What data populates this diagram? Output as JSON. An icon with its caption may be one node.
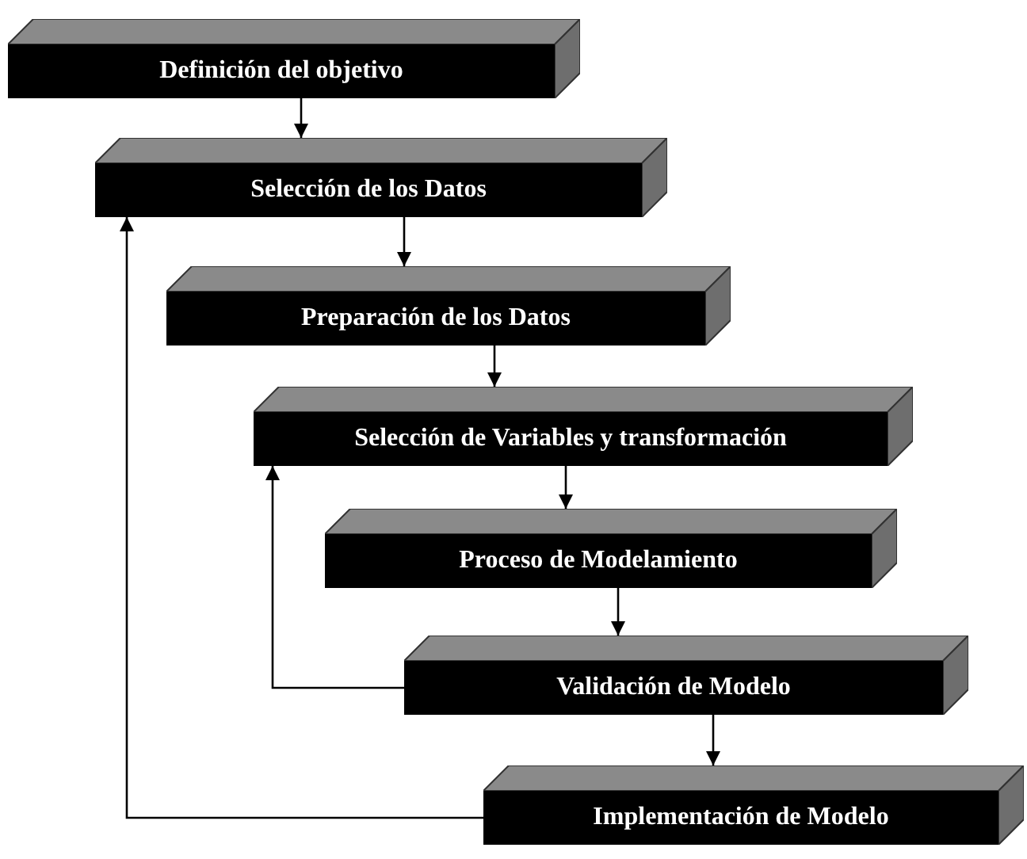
{
  "diagram": {
    "nodes": [
      {
        "text": [
          "Definición del objetivo"
        ]
      },
      {
        "text": [
          "Selección de los Datos"
        ]
      },
      {
        "text": [
          "Preparación de los Datos"
        ]
      },
      {
        "text": [
          "Selección de Variables y transformación"
        ]
      },
      {
        "text": [
          "Proceso de Modelamiento"
        ]
      },
      {
        "text": [
          "Validación de Modelo"
        ]
      },
      {
        "text": [
          "Implementación  de Modelo"
        ]
      }
    ],
    "edges": [
      {
        "from": 0,
        "to": 1,
        "arrow": "to"
      },
      {
        "from": 1,
        "to": 2,
        "arrow": "to"
      },
      {
        "from": 2,
        "to": 3,
        "arrow": "to"
      },
      {
        "from": 3,
        "to": 4,
        "arrow": "to"
      },
      {
        "from": 4,
        "to": 5,
        "arrow": "to"
      },
      {
        "from": 5,
        "to": 6,
        "arrow": "to"
      },
      {
        "from": 6,
        "to": 1,
        "arrow": "to"
      },
      {
        "from": 5,
        "to": 3,
        "arrow": "to"
      }
    ]
  }
}
